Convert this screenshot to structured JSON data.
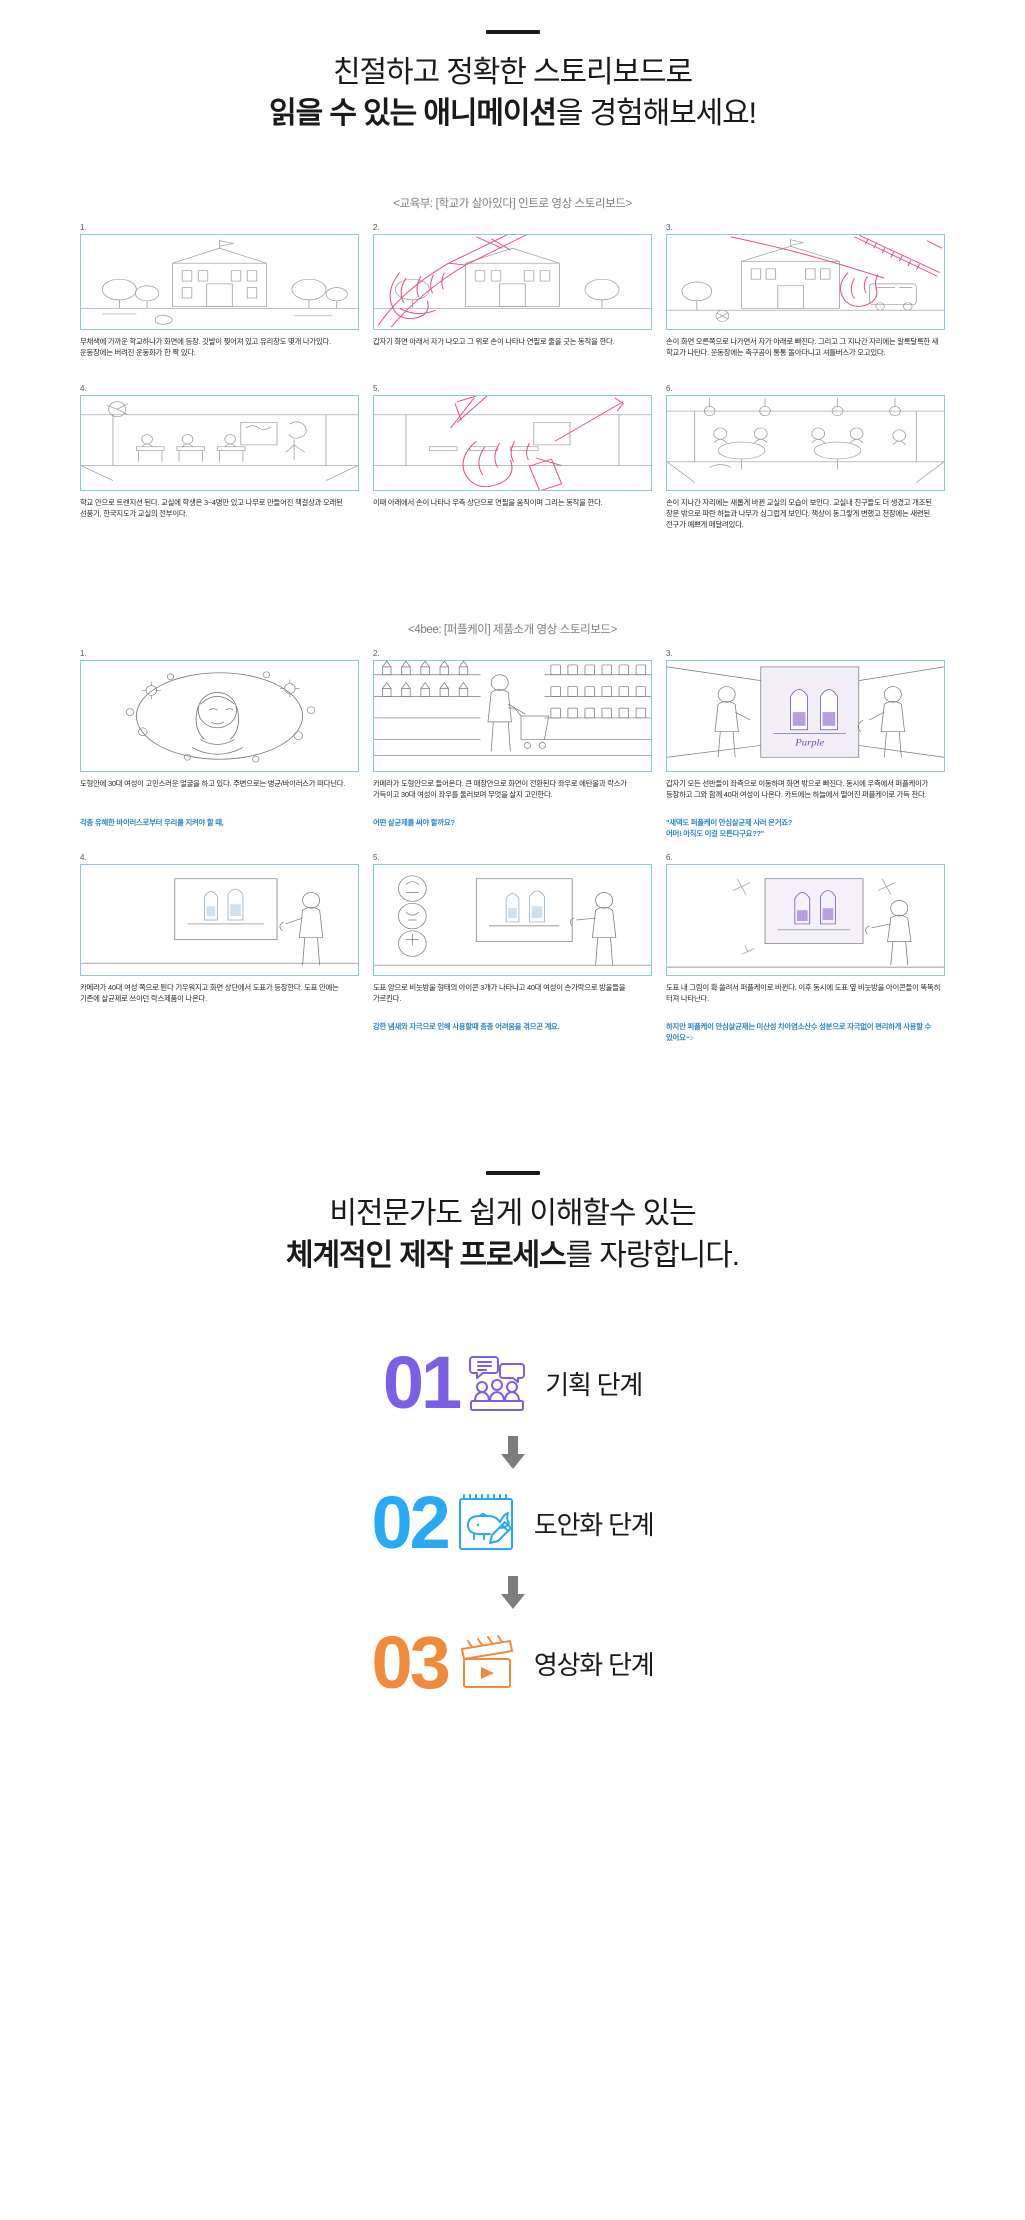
{
  "hero": {
    "line1": "친절하고 정확한 스토리보드로",
    "line2_bold": "읽을 수 있는 애니메이션",
    "line2_rest": "을 경험해보세요!"
  },
  "hero2": {
    "line1": "비전문가도 쉽게 이해할수 있는",
    "line2_bold": "체계적인 제작 프로세스",
    "line2_rest": "를 자랑합니다."
  },
  "storyboard_1": {
    "title": "<교육부: [학교가 살아있다] 인트로 영상 스토리보드>",
    "frames": [
      {
        "num": "1.",
        "caption": "무채색에 가까운 학교하나가 화면에 등장. 깃발이 찢어져 있고 유리창도 몇개 나가있다. 운동장에는 버려진 운동화가 한 짝 있다.",
        "accent": ""
      },
      {
        "num": "2.",
        "caption": "갑자기 화면 아래서 자가 나오고 그 위로 손이 나타나 연필로 줄을 긋는 동작을 한다.",
        "accent": ""
      },
      {
        "num": "3.",
        "caption": "손이 화면 오른쪽으로 나가면서 자가 아래로 빠진다. 그리고 그 지나간 자리에는 알록달록한 새 학교가 나탄다. 운동장에는 축구공이 통통 돌아다니고 셔틀버스가 오고있다.",
        "accent": ""
      },
      {
        "num": "4.",
        "caption": "학교 안으로 트렌지션 된다. 교실에 학생은 3~4명만 있고 나무로 만들어진 책걸상과 오래된 선풍기, 한국지도가 교실의 전부이다.",
        "accent": ""
      },
      {
        "num": "5.",
        "caption": "이때 아래에서 손이 나타나 우측 상단으로 연필을 움직이며 그리는 동작을 한다.",
        "accent": ""
      },
      {
        "num": "6.",
        "caption": "손이 지나간 자리에는 새롭게 바뀐 교실의 모습이 보인다. 교실내 친구들도 더 생겼고 개조된 창문 밖으로 파란 하늘과 나무가 싱그럽게 보인다. 책상이 동그랗게 변했고 천장에는 새련된 전구가 예쁘게 매달려있다.",
        "accent": ""
      }
    ]
  },
  "storyboard_2": {
    "title": "<4bee: [퍼플케이] 제품소개 영상 스토리보드>",
    "frames": [
      {
        "num": "1.",
        "caption": "도형안에 30대 여성이 고민스러운 얼굴을 하고 있다. 주변으로는 병균/바이러스가 떠다닌다.",
        "accent": "각종 유해한 바이러스로부터 우리를 지켜야 할 때,"
      },
      {
        "num": "2.",
        "caption": "카메라가 도형안으로 들어온다. 큰 매장안으로 화면이 전환된다 좌우로 에탄올과 락스가 가득이고 30대 여성이 좌우를 둘러보며 무엇을 살지 고민한다.",
        "accent": "어떤 살균제를 써야 할까요?"
      },
      {
        "num": "3.",
        "caption": "갑자기 모든 선반들이 좌측으로 이동하며 화면 밖으로 빠진다. 동시에 우측에서 퍼플케이가 등장하고 그와 함께 40대 여성이 나온다. 카트에는 하늘에서 떨어진 퍼플케이로 가득 찬다.",
        "accent": "\"새댁도 퍼플케이 안심살균제 사러 온거죠?\n어머! 아직도 이걸 모른다구요??\""
      },
      {
        "num": "4.",
        "caption": "카메라가 40대 여성 쪽으로 튄다 기우워지고 화면 상단에서 도표가 등장한다. 도표 안에는 기존에 살균제로 쓰이던 락스제품이 나온다.",
        "accent": ""
      },
      {
        "num": "5.",
        "caption": "도표 양으로 비눗방울 형태의 아이콘 3개가 나타나고 40대 여성이 손가락으로 방울들을 가르킨다.",
        "accent": "강한 냄새와 자극으로 인해 사용할때 종종 어려움을 겪으곤 계԰요."
      },
      {
        "num": "6.",
        "caption": "도표 내 그림이 확 쓸려서 퍼플케이로 바뀐다. 이후 동시에 도표 옆 비눗방울 아이콘들이 똑똑히 터져 나타난다.",
        "accent": "하지만 퍼플케이 안심살균제는 미산성 차아염소산수 성분으로 자극없이 편리하게 사용할 수 있어요~♪"
      }
    ]
  },
  "process": {
    "steps": [
      {
        "number": "01",
        "label": "기획 단계",
        "color": "#7B5FE5",
        "icon": "meeting-discussion-icon"
      },
      {
        "number": "02",
        "label": "도안화 단계",
        "color": "#29A9F2",
        "icon": "sketchbook-pencil-icon"
      },
      {
        "number": "03",
        "label": "영상화 단계",
        "color": "#F08A3C",
        "icon": "clapperboard-play-icon"
      }
    ],
    "arrow_color": "#7D7D7D"
  }
}
